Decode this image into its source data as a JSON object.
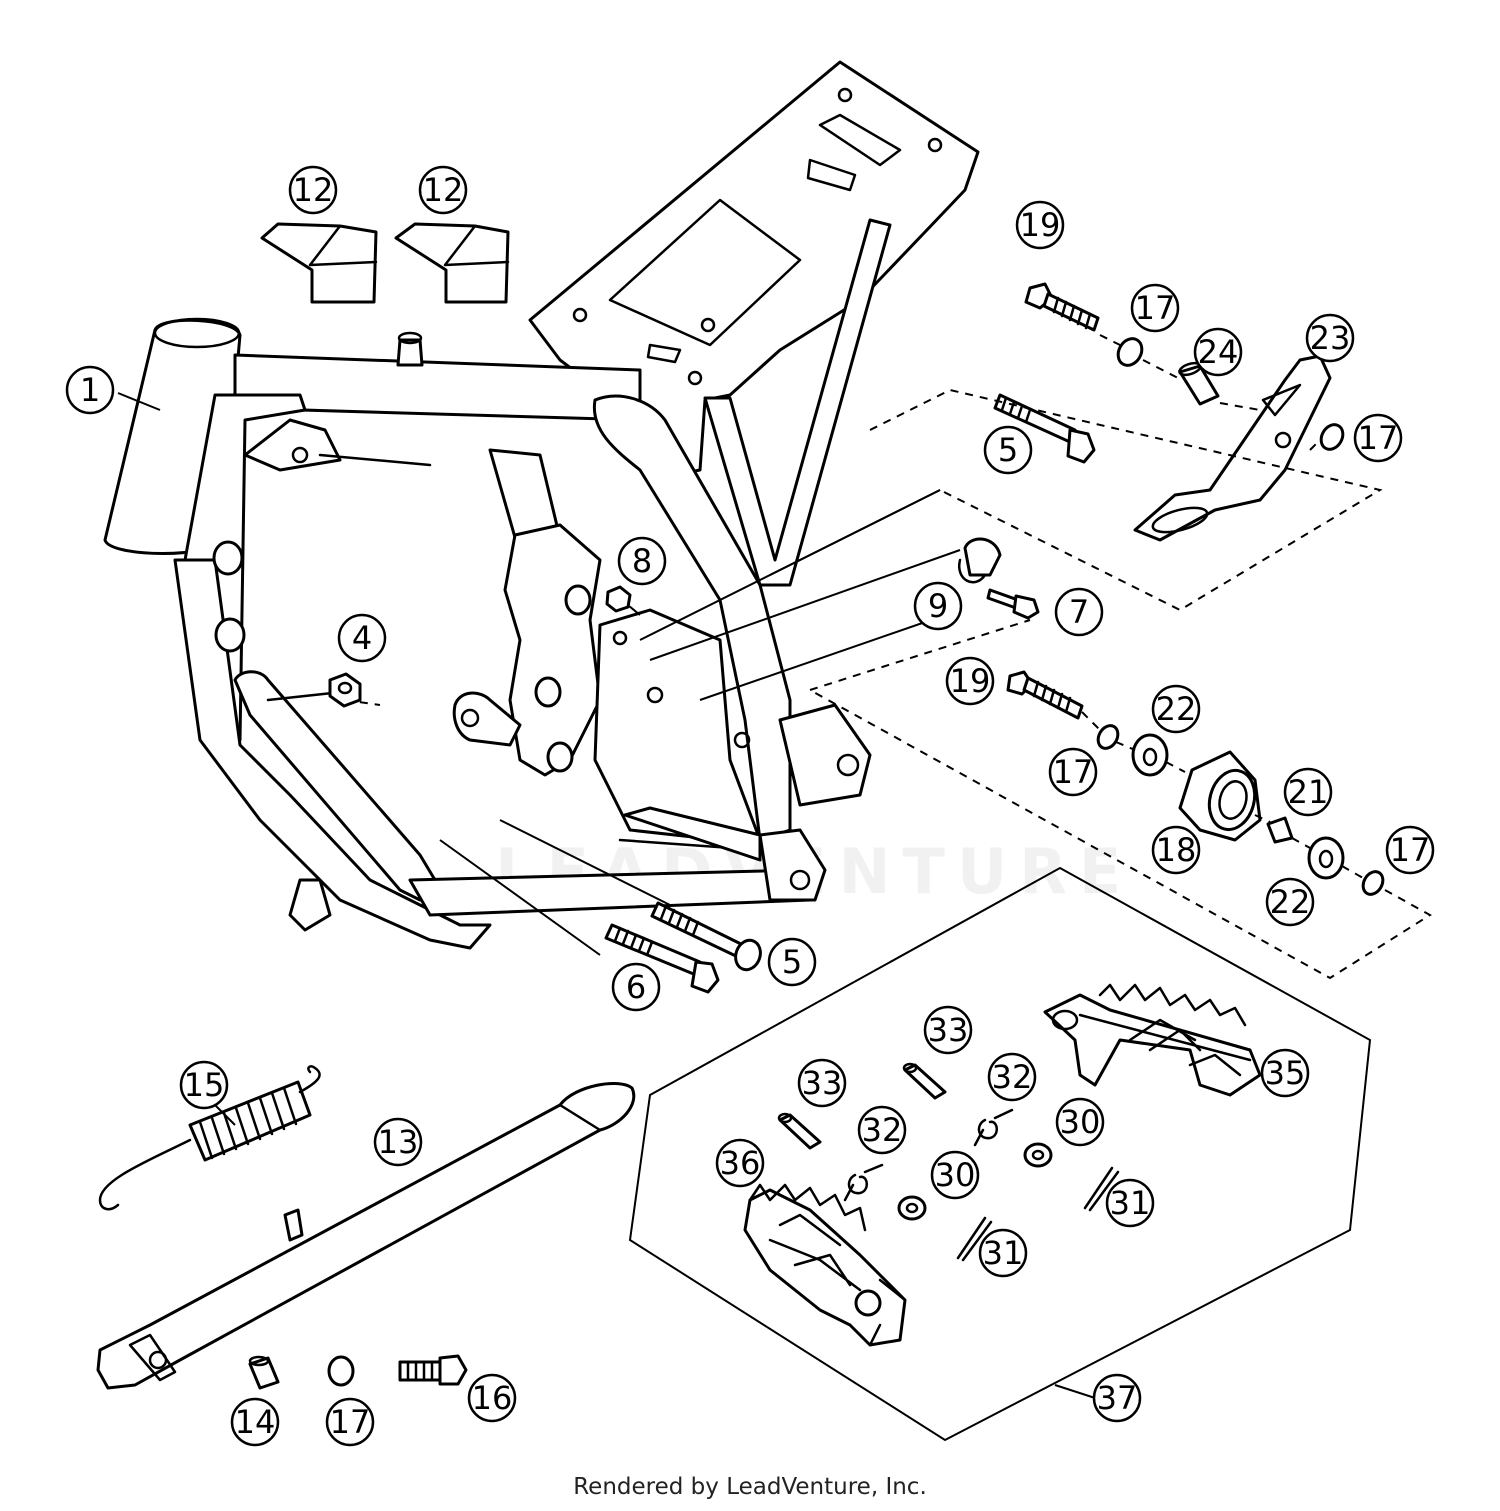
{
  "footer": {
    "rendered_by": "Rendered by LeadVenture, Inc."
  },
  "watermark": {
    "text": "LEADVENTURE"
  },
  "colors": {
    "line": "#000000",
    "background": "#ffffff"
  },
  "callouts": [
    {
      "id": "1",
      "label": "1"
    },
    {
      "id": "4",
      "label": "4"
    },
    {
      "id": "5a",
      "label": "5"
    },
    {
      "id": "5b",
      "label": "5"
    },
    {
      "id": "6",
      "label": "6"
    },
    {
      "id": "7",
      "label": "7"
    },
    {
      "id": "8",
      "label": "8"
    },
    {
      "id": "9",
      "label": "9"
    },
    {
      "id": "12a",
      "label": "12"
    },
    {
      "id": "12b",
      "label": "12"
    },
    {
      "id": "13",
      "label": "13"
    },
    {
      "id": "14",
      "label": "14"
    },
    {
      "id": "15",
      "label": "15"
    },
    {
      "id": "16",
      "label": "16"
    },
    {
      "id": "17a",
      "label": "17"
    },
    {
      "id": "17b",
      "label": "17"
    },
    {
      "id": "17c",
      "label": "17"
    },
    {
      "id": "17d",
      "label": "17"
    },
    {
      "id": "17e",
      "label": "17"
    },
    {
      "id": "18",
      "label": "18"
    },
    {
      "id": "19a",
      "label": "19"
    },
    {
      "id": "19b",
      "label": "19"
    },
    {
      "id": "21",
      "label": "21"
    },
    {
      "id": "22a",
      "label": "22"
    },
    {
      "id": "22b",
      "label": "22"
    },
    {
      "id": "23",
      "label": "23"
    },
    {
      "id": "24",
      "label": "24"
    },
    {
      "id": "30a",
      "label": "30"
    },
    {
      "id": "30b",
      "label": "30"
    },
    {
      "id": "31a",
      "label": "31"
    },
    {
      "id": "31b",
      "label": "31"
    },
    {
      "id": "32a",
      "label": "32"
    },
    {
      "id": "32b",
      "label": "32"
    },
    {
      "id": "33a",
      "label": "33"
    },
    {
      "id": "33b",
      "label": "33"
    },
    {
      "id": "35",
      "label": "35"
    },
    {
      "id": "36",
      "label": "36"
    },
    {
      "id": "37",
      "label": "37"
    }
  ]
}
